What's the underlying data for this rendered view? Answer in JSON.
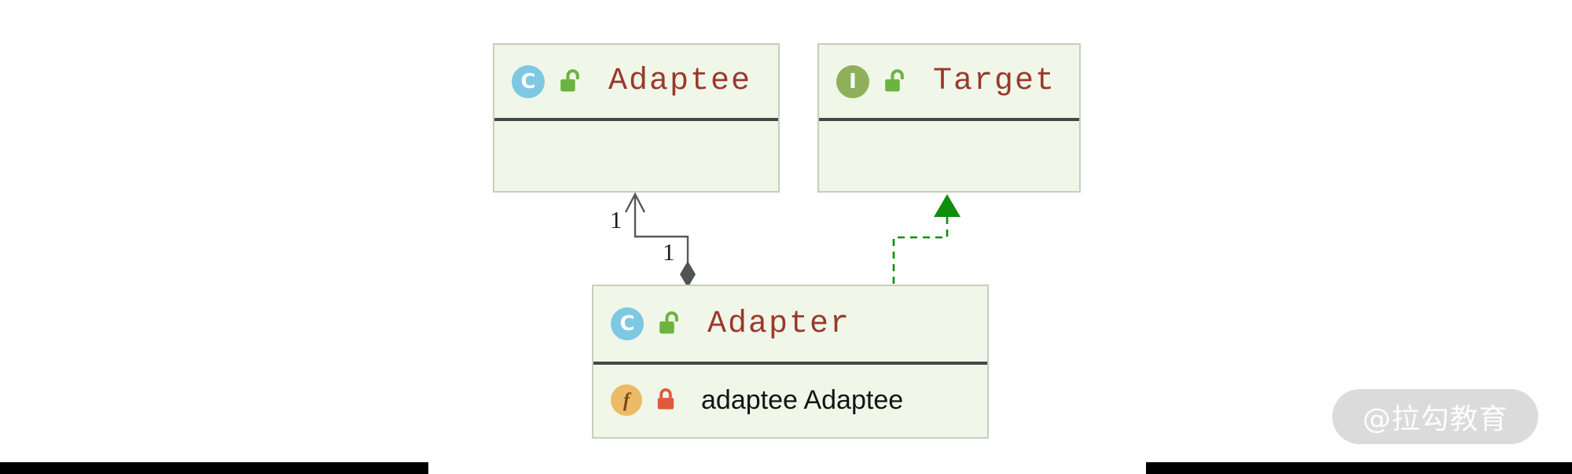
{
  "colors": {
    "node_fill": "#F0F7E9",
    "node_border": "#C6CFBC",
    "header_separator": "#434846",
    "class_badge": "#7EC8E3",
    "interface_badge": "#8FB05A",
    "field_badge": "#EDBB67",
    "title_text": "#9A392B",
    "field_text": "#141414",
    "aggregation_edge": "#55585A",
    "realization_edge": "#0E8E0E",
    "public_lock": "#6CB340",
    "private_lock": "#E05A3A"
  },
  "diagram": {
    "nodes": {
      "adaptee": {
        "kind_letter": "C",
        "name": "Adaptee"
      },
      "target": {
        "kind_letter": "I",
        "name": "Target"
      },
      "adapter": {
        "kind_letter": "C",
        "name": "Adapter",
        "field": {
          "kind_letter": "f",
          "text": "adaptee Adaptee"
        }
      }
    },
    "edges": {
      "aggregation": {
        "type": "aggregation",
        "from": "Adapter",
        "to": "Adaptee",
        "multiplicity_at_adaptee": "1",
        "multiplicity_at_adapter": "1"
      },
      "realization": {
        "type": "realization",
        "from": "Adapter",
        "to": "Target"
      }
    },
    "watermark": "@拉勾教育"
  }
}
